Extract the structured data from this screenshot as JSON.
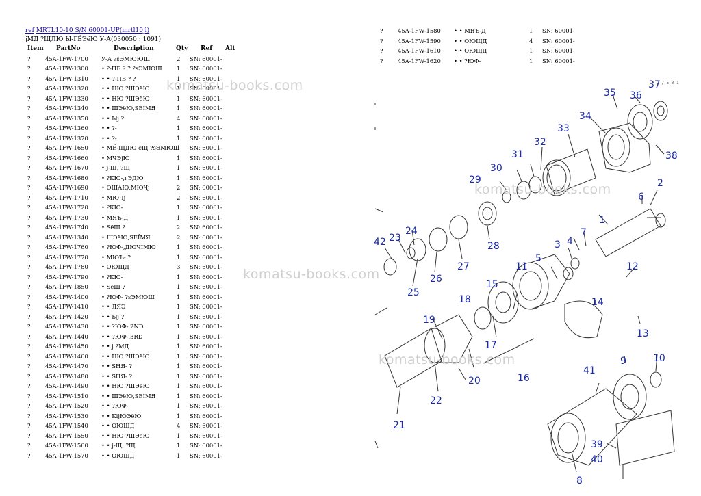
{
  "header": {
    "ref_prefix": "ref",
    "ref_link": "MRTL10-10 S/N 60001-UP(mrtl10jl)",
    "subtitle": "јМД ?ЩЛЮ Ы-ГЁЭёЮ У-А(030050 : 1091)"
  },
  "columns": {
    "item": "Item",
    "partno": "PartNo",
    "description": "Description",
    "qty": "Qty",
    "ref": "Ref",
    "alt": "Alt"
  },
  "rows": [
    {
      "item": "?",
      "partno": "45A-1FW-1700",
      "desc": "У-А ?sЭМЮЮШ",
      "qty": "2",
      "ref": "SN: 60001-"
    },
    {
      "item": "?",
      "partno": "45A-1FW-1300",
      "desc": "• ?-ПБ ? ? ?sЭМЮШ",
      "qty": "1",
      "ref": "SN: 60001-"
    },
    {
      "item": "?",
      "partno": "45A-1FW-1310",
      "desc": "• • ?-ПБ ? ?",
      "qty": "1",
      "ref": "SN: 60001-"
    },
    {
      "item": "?",
      "partno": "45A-1FW-1320",
      "desc": "• • НЮ ?ШЭёЮ",
      "qty": "1",
      "ref": "SN: 60001-"
    },
    {
      "item": "?",
      "partno": "45A-1FW-1330",
      "desc": "• • НЮ ?ШЭёЮ",
      "qty": "1",
      "ref": "SN: 60001-"
    },
    {
      "item": "?",
      "partno": "45A-1FW-1340",
      "desc": "• • ШЭёЮ,SЕЇМЯ",
      "qty": "1",
      "ref": "SN: 60001-"
    },
    {
      "item": "?",
      "partno": "45A-1FW-1350",
      "desc": "• • Ьǀј ?",
      "qty": "4",
      "ref": "SN: 60001-"
    },
    {
      "item": "?",
      "partno": "45A-1FW-1360",
      "desc": "• • ?-",
      "qty": "1",
      "ref": "SN: 60001-"
    },
    {
      "item": "?",
      "partno": "45A-1FW-1370",
      "desc": "• • ?-",
      "qty": "1",
      "ref": "SN: 60001-"
    },
    {
      "item": "?",
      "partno": "45A-1FW-1650",
      "desc": "• МЁ-ЩДЮ єЩ ?sЭМЮШ",
      "qty": "1",
      "ref": "SN: 60001-"
    },
    {
      "item": "?",
      "partno": "45A-1FW-1660",
      "desc": "• МЧЭјЮ",
      "qty": "1",
      "ref": "SN: 60001-"
    },
    {
      "item": "?",
      "partno": "45A-1FW-1670",
      "desc": "• ј-Щ, ?Щ",
      "qty": "1",
      "ref": "SN: 60001-"
    },
    {
      "item": "?",
      "partno": "45A-1FW-1680",
      "desc": "• ?КЮ-,гЭДЮ",
      "qty": "1",
      "ref": "SN: 60001-"
    },
    {
      "item": "?",
      "partno": "45A-1FW-1690",
      "desc": "• ОЩАЮ,МЮЧј",
      "qty": "2",
      "ref": "SN: 60001-"
    },
    {
      "item": "?",
      "partno": "45A-1FW-1710",
      "desc": "• МЮЧј",
      "qty": "2",
      "ref": "SN: 60001-"
    },
    {
      "item": "?",
      "partno": "45A-1FW-1720",
      "desc": "• ?КЮ-",
      "qty": "1",
      "ref": "SN: 60001-"
    },
    {
      "item": "?",
      "partno": "45A-1FW-1730",
      "desc": "• МЯЪ-Д",
      "qty": "1",
      "ref": "SN: 60001-"
    },
    {
      "item": "?",
      "partno": "45A-1FW-1740",
      "desc": "• SёШ ?",
      "qty": "2",
      "ref": "SN: 60001-"
    },
    {
      "item": "?",
      "partno": "45A-1FW-1340",
      "desc": "• ШЭёЮ,SЕЇМЯ",
      "qty": "2",
      "ref": "SN: 60001-"
    },
    {
      "item": "?",
      "partno": "45A-1FW-1760",
      "desc": "• ?ЮФ-,ДЮЧІМЮ",
      "qty": "1",
      "ref": "SN: 60001-"
    },
    {
      "item": "?",
      "partno": "45A-1FW-1770",
      "desc": "• МЮЪ- ?",
      "qty": "1",
      "ref": "SN: 60001-"
    },
    {
      "item": "?",
      "partno": "45A-1FW-1780",
      "desc": "• ОЮЩД",
      "qty": "3",
      "ref": "SN: 60001-"
    },
    {
      "item": "?",
      "partno": "45A-1FW-1790",
      "desc": "• ?КЮ-",
      "qty": "1",
      "ref": "SN: 60001-"
    },
    {
      "item": "?",
      "partno": "45A-1FW-1850",
      "desc": "• SёШ ?",
      "qty": "1",
      "ref": "SN: 60001-"
    },
    {
      "item": "?",
      "partno": "45A-1FW-1400",
      "desc": "• ?ЮФ- ?sЭМЮШ",
      "qty": "1",
      "ref": "SN: 60001-"
    },
    {
      "item": "?",
      "partno": "45A-1FW-1410",
      "desc": "• • ЛЯЭ",
      "qty": "1",
      "ref": "SN: 60001-"
    },
    {
      "item": "?",
      "partno": "45A-1FW-1420",
      "desc": "• • Ьǀј ?",
      "qty": "1",
      "ref": "SN: 60001-"
    },
    {
      "item": "?",
      "partno": "45A-1FW-1430",
      "desc": "• • ?ЮФ-,2ND",
      "qty": "1",
      "ref": "SN: 60001-"
    },
    {
      "item": "?",
      "partno": "45A-1FW-1440",
      "desc": "• • ?ЮФ-,3RD",
      "qty": "1",
      "ref": "SN: 60001-"
    },
    {
      "item": "?",
      "partno": "45A-1FW-1450",
      "desc": "• • ј ?МД",
      "qty": "1",
      "ref": "SN: 60001-"
    },
    {
      "item": "?",
      "partno": "45A-1FW-1460",
      "desc": "• • НЮ ?ШЭёЮ",
      "qty": "1",
      "ref": "SN: 60001-"
    },
    {
      "item": "?",
      "partno": "45A-1FW-1470",
      "desc": "• • SНЯ- ?",
      "qty": "1",
      "ref": "SN: 60001-"
    },
    {
      "item": "?",
      "partno": "45A-1FW-1480",
      "desc": "• • SНЯ- ?",
      "qty": "1",
      "ref": "SN: 60001-"
    },
    {
      "item": "?",
      "partno": "45A-1FW-1490",
      "desc": "• • НЮ ?ШЭёЮ",
      "qty": "1",
      "ref": "SN: 60001-"
    },
    {
      "item": "?",
      "partno": "45A-1FW-1510",
      "desc": "• • ШЭёЮ,SЕЇМЯ",
      "qty": "1",
      "ref": "SN: 60001-"
    },
    {
      "item": "?",
      "partno": "45A-1FW-1520",
      "desc": "• • ?ЮФ-",
      "qty": "1",
      "ref": "SN: 60001-"
    },
    {
      "item": "?",
      "partno": "45A-1FW-1530",
      "desc": "• • КіјЮЭёЮ",
      "qty": "1",
      "ref": "SN: 60001-"
    },
    {
      "item": "?",
      "partno": "45A-1FW-1540",
      "desc": "• • ОЮЩД",
      "qty": "4",
      "ref": "SN: 60001-"
    },
    {
      "item": "?",
      "partno": "45A-1FW-1550",
      "desc": "• • НЮ ?ШЭёЮ",
      "qty": "1",
      "ref": "SN: 60001-"
    },
    {
      "item": "?",
      "partno": "45A-1FW-1560",
      "desc": "• • ј-Щ, ?Щ",
      "qty": "1",
      "ref": "SN: 60001-"
    },
    {
      "item": "?",
      "partno": "45A-1FW-1570",
      "desc": "• • ОЮЩД",
      "qty": "1",
      "ref": "SN: 60001-"
    },
    {
      "item": "?",
      "partno": "45A-1FW-1580",
      "desc": "• • МЯЪ-Д",
      "qty": "1",
      "ref": "SN: 60001-"
    },
    {
      "item": "?",
      "partno": "45A-1FW-1590",
      "desc": "• • ОЮЩД",
      "qty": "4",
      "ref": "SN: 60001-"
    },
    {
      "item": "?",
      "partno": "45A-1FW-1610",
      "desc": "• • ОЮЩД",
      "qty": "1",
      "ref": "SN: 60001-"
    },
    {
      "item": "?",
      "partno": "45A-1FW-1620",
      "desc": "• • ?ЮФ-",
      "qty": "1",
      "ref": "SN: 60001-"
    }
  ],
  "watermark": "komatsu-books.com",
  "diagram": {
    "corner_code": "F 2 / 5 0 1",
    "callouts": [
      "1",
      "2",
      "3",
      "4",
      "5",
      "6",
      "7",
      "8",
      "9",
      "10",
      "11",
      "12",
      "13",
      "14",
      "15",
      "16",
      "17",
      "18",
      "19",
      "20",
      "21",
      "22",
      "23",
      "24",
      "25",
      "26",
      "27",
      "28",
      "29",
      "30",
      "31",
      "32",
      "33",
      "34",
      "35",
      "36",
      "37",
      "38",
      "39",
      "40",
      "41",
      "42"
    ],
    "callout_color": "#1a2aa8",
    "line_color": "#333333"
  }
}
